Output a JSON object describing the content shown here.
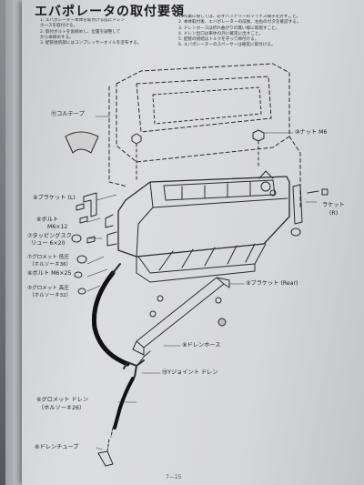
{
  "title": "エバポレータの取付要領",
  "notes": {
    "left": [
      "1. エバポレーター本体を取付ける前にドレン",
      "   ホースを取付ける。",
      "2. 取付ボルトを仮締めし、位置を調整して",
      "   から本締めする。",
      "3. 配管接続部にはコンプレッサーオイルを塗布する。"
    ],
    "right": [
      "1. 作業に際しては、必ずバッテリーのマイナス端子を外すこと。",
      "2. 本体取付後、エバポレーターの前後、左右のガタを確認する。",
      "3. ドレンホースは折れ曲がりの無い様に取廻すこと。",
      "4. ドレン出口は車体の外に確実に出すこと。",
      "5. 配管の接続はトルクを守って締付ける。",
      "6. エバポレーターのスペーサーは確実に取付ける。"
    ]
  },
  "labels": {
    "corner_tape": "⑪コルテープ",
    "nut": "⑩ナット M6",
    "bracket_l": "⑧ブラケット (L)",
    "bolt1": "⑥ボルト",
    "bolt1_size": "M6×12",
    "tapping": "⑦タッピングスク",
    "tapping2": "リュー 6×20",
    "grommet_fine": "⑦グロメット 低圧",
    "grommet_fine2": "（ホルソー＃36）",
    "bolt2": "⑥ボルト M6×25",
    "grommet_high": "⑤グロメット 高圧",
    "grommet_high2": "（ホルソー＃32）",
    "bracket_rear": "⑨ブラケット (Rear)",
    "raket": "ラケット",
    "raket2": "(R)",
    "drain_hose": "⑧ドレンホース",
    "y_joint": "⑮Yジョイント ドレン",
    "grommet_drain": "⑥グロメット ドレン",
    "grommet_drain2": "（ホルソー＃26）",
    "drain_tube": "⑥ドレンチューブ"
  },
  "page_number": "7—15"
}
